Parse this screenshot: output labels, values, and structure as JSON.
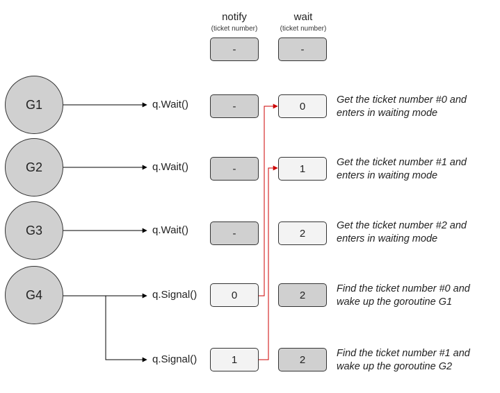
{
  "headers": {
    "notify": "notify",
    "notify_sub": "(ticket number)",
    "wait": "wait",
    "wait_sub": "(ticket number)"
  },
  "initial": {
    "notify": "-",
    "wait": "-"
  },
  "goroutines": [
    "G1",
    "G2",
    "G3",
    "G4"
  ],
  "rows": [
    {
      "call": "q.Wait()",
      "notify": "-",
      "wait": "0",
      "desc_1": "Get the ticket number #0 and",
      "desc_2": "enters in waiting mode"
    },
    {
      "call": "q.Wait()",
      "notify": "-",
      "wait": "1",
      "desc_1": "Get the ticket number #1 and",
      "desc_2": "enters in waiting mode"
    },
    {
      "call": "q.Wait()",
      "notify": "-",
      "wait": "2",
      "desc_1": "Get the ticket number #2 and",
      "desc_2": "enters in waiting mode"
    },
    {
      "call": "q.Signal()",
      "notify": "0",
      "wait": "2",
      "desc_1": "Find the ticket number #0 and",
      "desc_2": "wake up the goroutine G1"
    },
    {
      "call": "q.Signal()",
      "notify": "1",
      "wait": "2",
      "desc_1": "Find the ticket number #1 and",
      "desc_2": "wake up the goroutine G2"
    }
  ],
  "colors": {
    "arrow": "#000000",
    "link": "#cc0000",
    "box_dark": "#d0d0d0",
    "box_light": "#f3f3f3"
  }
}
